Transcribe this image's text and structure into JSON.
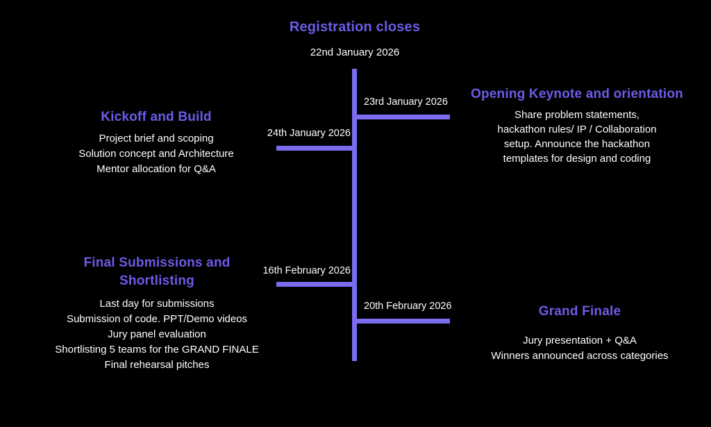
{
  "colors": {
    "background": "#000000",
    "accent_line": "#7b6cf0",
    "heading": "#6c5ce7",
    "text": "#ffffff"
  },
  "timeline": {
    "title": "Registration closes",
    "title_date": "22nd January 2026"
  },
  "events": [
    {
      "side": "right",
      "date": "23rd January 2026",
      "heading": "Opening Keynote and orientation",
      "body": [
        "Share problem statements,",
        "hackathon rules/ IP / Collaboration",
        "setup. Announce the hackathon",
        "templates for design and coding"
      ]
    },
    {
      "side": "left",
      "date": "24th January 2026",
      "heading": "Kickoff and Build",
      "body": [
        "Project brief and scoping",
        "Solution concept and  Architecture",
        "Mentor allocation for Q&A"
      ]
    },
    {
      "side": "left",
      "date": "16th February 2026",
      "heading": "Final Submissions and Shortlisting",
      "body": [
        "Last day for submissions",
        "Submission of code. PPT/Demo videos",
        "Jury panel evaluation",
        "Shortlisting 5 teams for the GRAND FINALE",
        "Final rehearsal pitches"
      ]
    },
    {
      "side": "right",
      "date": "20th February 2026",
      "heading": "Grand Finale",
      "body": [
        "Jury presentation + Q&A",
        "Winners announced across categories"
      ]
    }
  ]
}
